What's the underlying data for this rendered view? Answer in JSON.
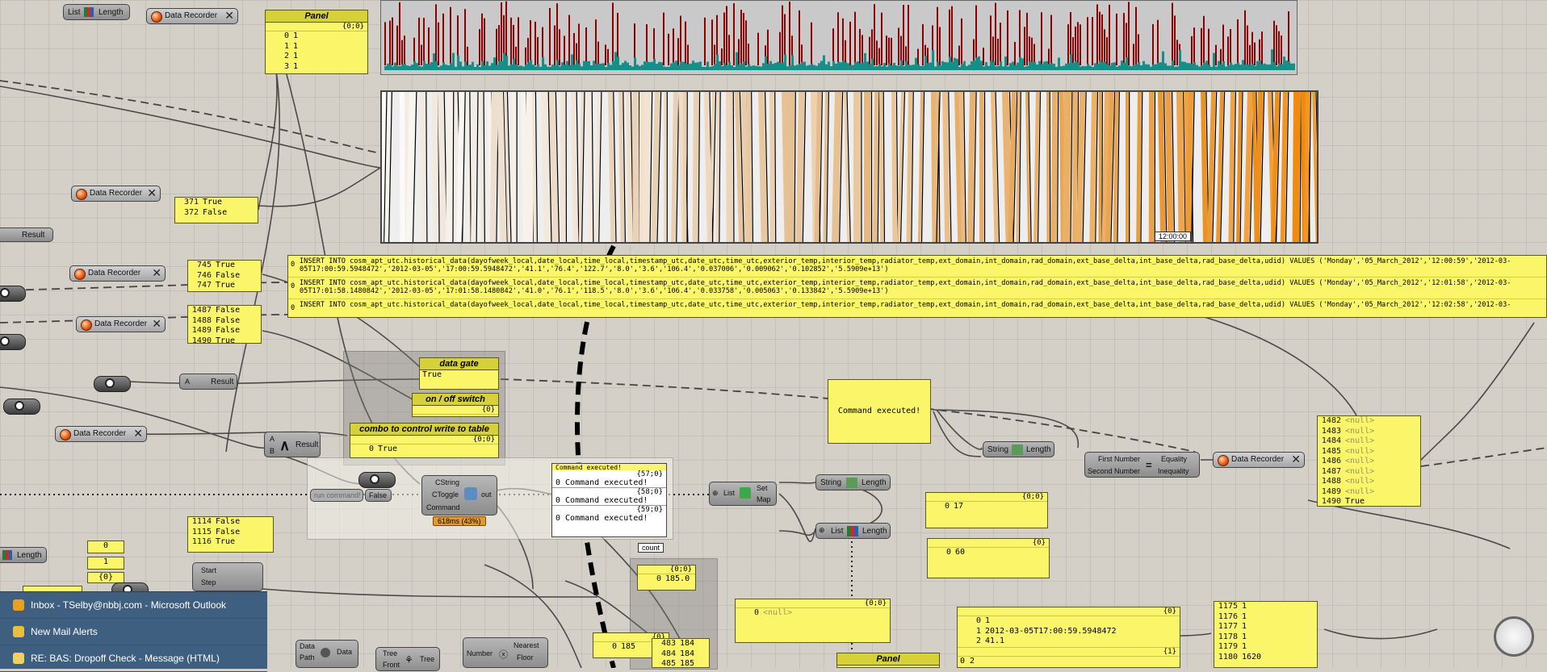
{
  "components": {
    "list_length_top": {
      "l1": "List",
      "l2": "Length"
    },
    "recorder_label": "Data Recorder",
    "result_label": "Result",
    "length_label": "Length",
    "list_label": "List",
    "string_label": "String",
    "set_map": {
      "a": "Set",
      "b": "Map"
    },
    "equality": {
      "in1": "First Number",
      "in2": "Second Number",
      "out1": "Equality",
      "out2": "Inequality"
    },
    "cstring": {
      "in1": "CString",
      "in2": "CToggle",
      "in3": "Command",
      "out": "out"
    },
    "timer_badge": "618ms (43%)",
    "run_command": "run command!",
    "false_value": "False",
    "true_value": "True",
    "count_tag": "count",
    "series": {
      "start": "Start",
      "step": "Step"
    },
    "num0": "0",
    "num1": "1",
    "num_path": "{0}",
    "data_path": {
      "a": "Data",
      "b": "Path",
      "c": "Data"
    },
    "tree": {
      "a": "Tree",
      "b": "Front",
      "c": "Tree"
    },
    "nearest": {
      "a": "Number",
      "b": "Nearest",
      "c": "Floor"
    },
    "and_inputs": {
      "a": "A",
      "b": "B"
    },
    "chart_time": "12:00:00"
  },
  "panels": {
    "top_panel": {
      "title": "Panel",
      "path": "{0;0}",
      "rows": [
        [
          "0",
          "1"
        ],
        [
          "1",
          "1"
        ],
        [
          "2",
          "1"
        ],
        [
          "3",
          "1"
        ]
      ]
    },
    "rec_371": {
      "rows": [
        [
          "371",
          "True"
        ],
        [
          "372",
          "False"
        ]
      ]
    },
    "rec_745": {
      "rows": [
        [
          "745",
          "True"
        ],
        [
          "746",
          "False"
        ],
        [
          "747",
          "True"
        ]
      ]
    },
    "rec_1487": {
      "rows": [
        [
          "1487",
          "False"
        ],
        [
          "1488",
          "False"
        ],
        [
          "1489",
          "False"
        ],
        [
          "1490",
          "True"
        ]
      ]
    },
    "data_gate": {
      "title": "data gate",
      "value": "True"
    },
    "on_off": {
      "title": "on / off switch",
      "path": "{0}"
    },
    "combo": {
      "title": "combo to control write to table",
      "path": "{0;0}",
      "rows": [
        [
          "0",
          "True"
        ]
      ]
    },
    "rec_1114": {
      "rows": [
        [
          "1114",
          "False"
        ],
        [
          "1115",
          "False"
        ],
        [
          "1116",
          "True"
        ]
      ]
    },
    "command_executed": "Command executed!",
    "cmd_log": [
      {
        "path": "",
        "row": "Command executed!"
      },
      {
        "path": "{57;0}",
        "row": "0 Command executed!"
      },
      {
        "path": "{58;0}",
        "row": "0 Command executed!"
      },
      {
        "path": "{59;0}",
        "row": "0 Command executed!"
      }
    ],
    "count_panel": {
      "path": "{0;0}",
      "rows": [
        [
          "0",
          "185.0"
        ]
      ]
    },
    "p185": {
      "path": "{0}",
      "rows": [
        [
          "0",
          "185"
        ]
      ]
    },
    "p483": {
      "rows": [
        [
          "483",
          "184"
        ],
        [
          "484",
          "184"
        ],
        [
          "485",
          "185"
        ]
      ]
    },
    "p17": {
      "path": "{0;0}",
      "rows": [
        [
          "0",
          "17"
        ]
      ]
    },
    "p60": {
      "path": "{0}",
      "rows": [
        [
          "0",
          "60"
        ]
      ]
    },
    "pnull": {
      "path": "{0;0}",
      "rows": [
        [
          "0",
          "<null>"
        ]
      ]
    },
    "right_rec": {
      "rows": [
        [
          "1482",
          "<null>"
        ],
        [
          "1483",
          "<null>"
        ],
        [
          "1484",
          "<null>"
        ],
        [
          "1485",
          "<null>"
        ],
        [
          "1486",
          "<null>"
        ],
        [
          "1487",
          "<null>"
        ],
        [
          "1488",
          "<null>"
        ],
        [
          "1489",
          "<null>"
        ],
        [
          "1490",
          "True"
        ]
      ]
    },
    "bottom_panel": {
      "path0": "{0}",
      "rows": [
        [
          "0",
          "1"
        ],
        [
          "1",
          "2012-03-05T17:00:59.5948472"
        ],
        [
          "2",
          "41.1"
        ]
      ],
      "path1": "{1}",
      "row_next": "0  2"
    },
    "right_bottom": {
      "rows": [
        [
          "1175",
          "1"
        ],
        [
          "1176",
          "1"
        ],
        [
          "1177",
          "1"
        ],
        [
          "1178",
          "1"
        ],
        [
          "1179",
          "1"
        ],
        [
          "1180",
          "1620"
        ]
      ]
    },
    "panel_bottom_title": "Panel"
  },
  "sql": [
    "INSERT INTO cosm_apt_utc.historical_data(dayofweek_local,date_local,time_local,timestamp_utc,date_utc,time_utc,exterior_temp,interior_temp,radiator_temp,ext_domain,int_domain,rad_domain,ext_base_delta,int_base_delta,rad_base_delta,udid) VALUES ('Monday','05_March_2012','12:00:59','2012-03-\n05T17:00:59.5948472','2012-03-05','17:00:59.5948472','41.1','76.4','122.7','8.0','3.6','106.4','0.037006','0.009062','0.102852','5.5909e+13')",
    "INSERT INTO cosm_apt_utc.historical_data(dayofweek_local,date_local,time_local,timestamp_utc,date_utc,time_utc,exterior_temp,interior_temp,radiator_temp,ext_domain,int_domain,rad_domain,ext_base_delta,int_base_delta,rad_base_delta,udid) VALUES ('Monday','05_March_2012','12:01:58','2012-03-\n05T17:01:58.1480842','2012-03-05','17:01:58.1480842','41.0','76.1','118.5','8.0','3.6','106.4','0.033758','0.005063','0.133842','5.5909e+13')",
    "INSERT INTO cosm_apt_utc.historical_data(dayofweek_local,date_local,time_local,timestamp_utc,date_utc,time_utc,exterior_temp,interior_temp,radiator_temp,ext_domain,int_domain,rad_domain,ext_base_delta,int_base_delta,rad_base_delta,udid) VALUES ('Monday','05_March_2012','12:02:58','2012-03-"
  ],
  "taskbar": [
    {
      "label": "Inbox - TSelby@nbbj.com - Microsoft Outlook",
      "icon": "outlook-icon"
    },
    {
      "label": "New Mail Alerts",
      "icon": "mail-alert-icon"
    },
    {
      "label": "RE: BAS: Dropoff Check - Message (HTML)",
      "icon": "message-icon"
    }
  ],
  "colors": {
    "canvas": "#d4d0c8",
    "panel": "#fbf56a",
    "bar_red": "#8b0000",
    "bar_teal": "#14908a",
    "orange": "#f0a030"
  }
}
